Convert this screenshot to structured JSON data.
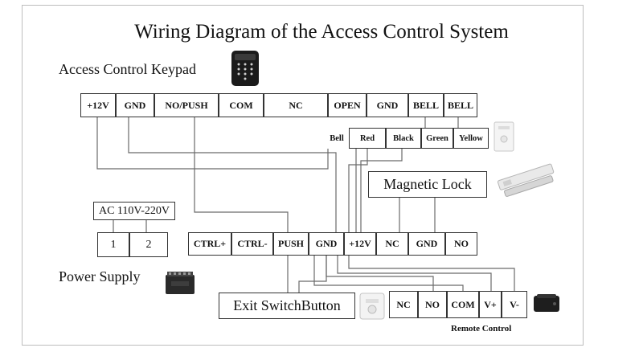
{
  "title": "Wiring Diagram of the Access Control System",
  "keypad": {
    "label": "Access Control Keypad",
    "terminals": [
      "+12V",
      "GND",
      "NO/PUSH",
      "COM",
      "NC",
      "OPEN",
      "GND",
      "BELL",
      "BELL"
    ]
  },
  "bell_strip": [
    "Bell",
    "Red",
    "Black",
    "Green",
    "Yellow"
  ],
  "magnetic_lock": {
    "label": "Magnetic Lock"
  },
  "ac_input": {
    "label": "AC 110V-220V",
    "terminals": [
      "1",
      "2"
    ]
  },
  "power_supply": {
    "label": "Power Supply",
    "terminals": [
      "CTRL+",
      "CTRL-",
      "PUSH",
      "GND",
      "+12V",
      "NC",
      "GND",
      "NO"
    ]
  },
  "exit_switch": {
    "label": "Exit SwitchButton"
  },
  "remote_control": {
    "label": "Remote Control",
    "terminals": [
      "NC",
      "NO",
      "COM",
      "V+",
      "V-"
    ]
  },
  "icons": {
    "keypad": "keypad-device-icon",
    "door_bell": "door-bell-icon",
    "magnetic_lock": "magnetic-lock-icon",
    "power_supply": "power-supply-icon",
    "exit_button": "exit-button-icon",
    "remote": "remote-receiver-icon"
  }
}
